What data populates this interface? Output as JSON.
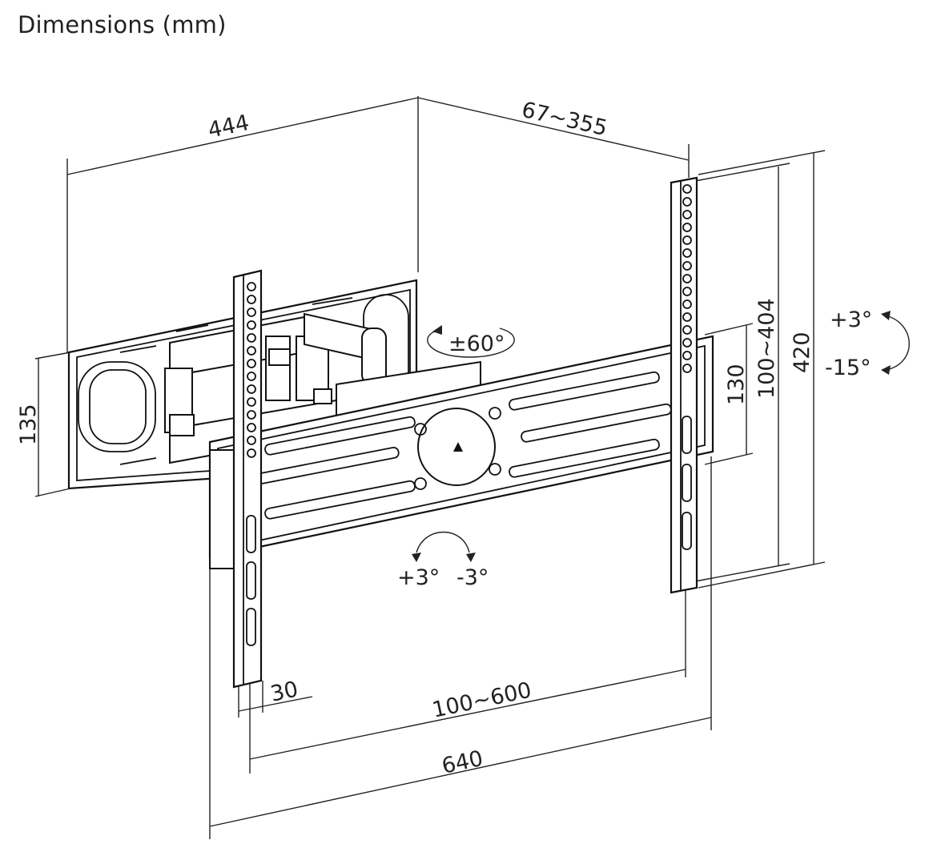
{
  "title": "Dimensions (mm)",
  "dimensions": {
    "depth_min": "444",
    "extension": "67~355",
    "wall_plate_height": "135",
    "swivel": "±60°",
    "tilt_up": "+3°",
    "tilt_down": "-15°",
    "vertical_hole_spacing": "130",
    "vesa_vertical": "100~404",
    "total_height": "420",
    "level_plus": "+3°",
    "level_minus": "-3°",
    "arm_width": "30",
    "vesa_horizontal": "100~600",
    "total_width": "640"
  }
}
